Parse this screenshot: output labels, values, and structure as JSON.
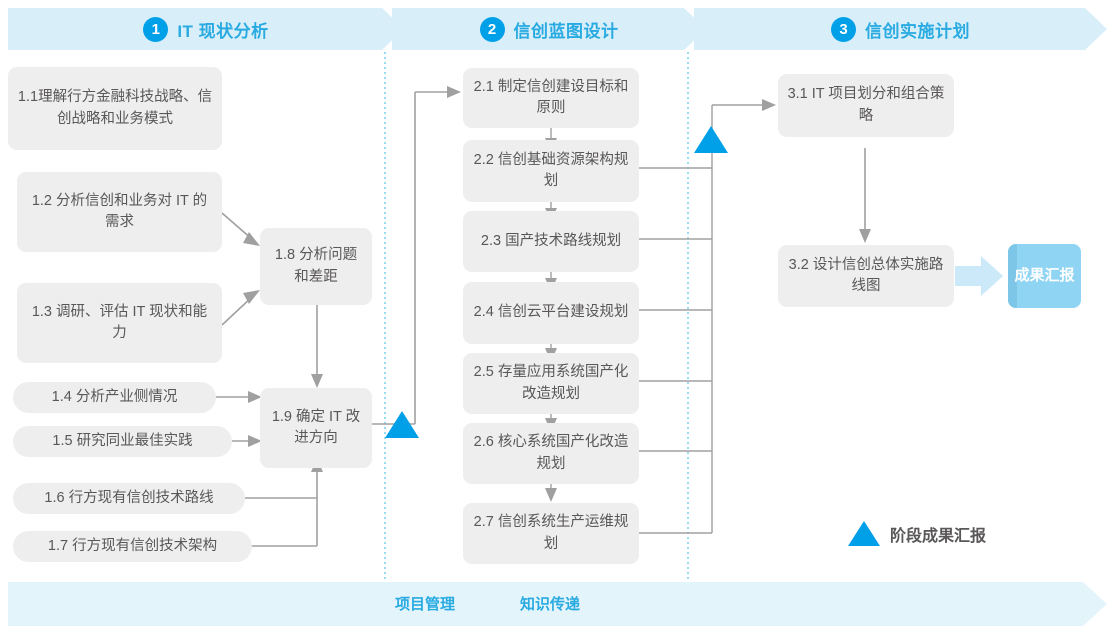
{
  "phases": [
    {
      "num": "1",
      "title": "IT 现状分析"
    },
    {
      "num": "2",
      "title": "信创蓝图设计"
    },
    {
      "num": "3",
      "title": "信创实施计划"
    }
  ],
  "boxes": [
    {
      "id": "1.1",
      "text": "1.1理解行方金融科技战略、信创战略和业务模式"
    },
    {
      "id": "1.2",
      "text": "1.2 分析信创和业务对 IT 的需求"
    },
    {
      "id": "1.3",
      "text": "1.3 调研、评估 IT 现状和能力"
    },
    {
      "id": "1.4",
      "text": "1.4 分析产业侧情况"
    },
    {
      "id": "1.5",
      "text": "1.5 研究同业最佳实践"
    },
    {
      "id": "1.6",
      "text": "1.6 行方现有信创技术路线"
    },
    {
      "id": "1.7",
      "text": "1.7 行方现有信创技术架构"
    },
    {
      "id": "1.8",
      "text": "1.8 分析问题和差距"
    },
    {
      "id": "1.9",
      "text": "1.9 确定 IT 改进方向"
    },
    {
      "id": "2.1",
      "text": "2.1 制定信创建设目标和原则"
    },
    {
      "id": "2.2",
      "text": "2.2 信创基础资源架构规划"
    },
    {
      "id": "2.3",
      "text": "2.3 国产技术路线规划"
    },
    {
      "id": "2.4",
      "text": "2.4 信创云平台建设规划"
    },
    {
      "id": "2.5",
      "text": "2.5 存量应用系统国产化改造规划"
    },
    {
      "id": "2.6",
      "text": "2.6 核心系统国产化改造规划"
    },
    {
      "id": "2.7",
      "text": "2.7 信创系统生产运维规划"
    },
    {
      "id": "3.1",
      "text": "3.1 IT 项目划分和组合策略"
    },
    {
      "id": "3.2",
      "text": "3.2 设计信创总体实施路线图"
    }
  ],
  "result_badge": {
    "text": "成果汇报"
  },
  "legend": {
    "text": "阶段成果汇报"
  },
  "bottom_labels": [
    {
      "text": "项目管理"
    },
    {
      "text": "知识传递"
    }
  ],
  "colors": {
    "accent": "#00a0e9",
    "title_blue": "#29abe2",
    "band": "#d8eef9",
    "bottom_band": "#e4f4fb",
    "box_bg": "#eeeeee",
    "box_text": "#595757",
    "badge": "#8fd4f2",
    "wire": "#a0a0a0",
    "dash": "#55c3ea"
  }
}
